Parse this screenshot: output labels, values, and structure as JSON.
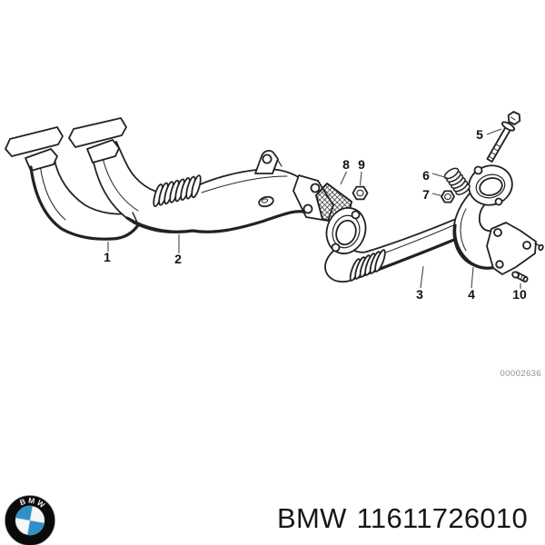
{
  "diagram": {
    "description": "BMW exhaust front pipes exploded parts diagram",
    "callouts": [
      {
        "id": 1,
        "label": "1"
      },
      {
        "id": 2,
        "label": "2"
      },
      {
        "id": 3,
        "label": "3"
      },
      {
        "id": 4,
        "label": "4"
      },
      {
        "id": 5,
        "label": "5"
      },
      {
        "id": 6,
        "label": "6"
      },
      {
        "id": 7,
        "label": "7"
      },
      {
        "id": 8,
        "label": "8"
      },
      {
        "id": 9,
        "label": "9"
      },
      {
        "id": 10,
        "label": "10"
      }
    ],
    "image_number": "00002636"
  },
  "footer": {
    "brand": "BMW",
    "part_number": "11611726010",
    "logo_letters": "BMW"
  },
  "colors": {
    "background": "#ffffff",
    "line": "#222222",
    "leader": "#474747",
    "image_number": "#8f8f8f",
    "text": "#161616",
    "bmw_blue": "#2e90c6",
    "logo_black": "#0a0a0a"
  }
}
